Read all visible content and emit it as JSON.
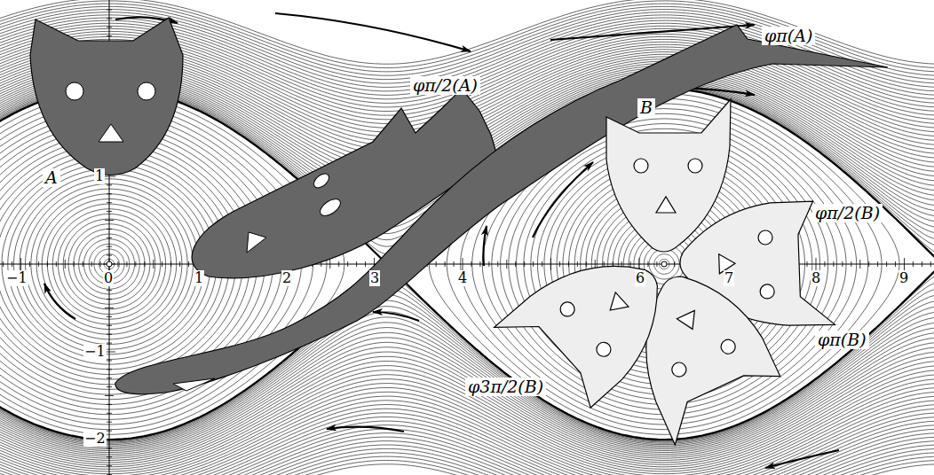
{
  "diagram": {
    "labels": [
      "φπ(A)",
      "φπ/2(A)",
      "A",
      "B",
      "φπ/2(B)",
      "φπ(B)",
      "φ3π/2(B)",
      "−1",
      "0",
      "1",
      "2",
      "3",
      "4",
      "6",
      "7",
      "8",
      "9",
      "1",
      "−1",
      "−2"
    ]
  }
}
